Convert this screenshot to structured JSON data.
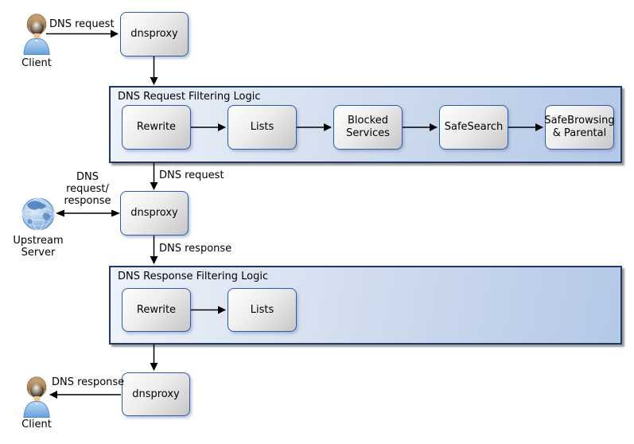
{
  "actors": {
    "client_top": {
      "label": "Client",
      "icon": "user-icon"
    },
    "upstream": {
      "label": "Upstream Server",
      "icon": "globe-icon"
    },
    "client_bottom": {
      "label": "Client",
      "icon": "user-icon"
    }
  },
  "nodes": {
    "dnsproxy1": {
      "label": "dnsproxy"
    },
    "dnsproxy2": {
      "label": "dnsproxy"
    },
    "dnsproxy3": {
      "label": "dnsproxy"
    }
  },
  "containers": [
    {
      "title": "DNS Request Filtering Logic",
      "nodes": [
        {
          "label": "Rewrite"
        },
        {
          "label": "Lists"
        },
        {
          "label": "Blocked Services"
        },
        {
          "label": "SafeSearch"
        },
        {
          "label": "SafeBrowsing & Parental"
        }
      ]
    },
    {
      "title": "DNS Response Filtering Logic",
      "nodes": [
        {
          "label": "Rewrite"
        },
        {
          "label": "Lists"
        }
      ]
    }
  ],
  "edge_labels": {
    "client_to_proxy1": "DNS request",
    "container1_to_proxy2": "DNS request",
    "upstream_lines": [
      "DNS",
      "request/",
      "response"
    ],
    "proxy2_to_container2": "DNS response",
    "proxy3_to_client": "DNS response"
  },
  "colors": {
    "node_border": "#2a5ca8",
    "node_fill_light": "#fefefe",
    "node_fill_dark": "#c7c7c7",
    "container_border": "#1d3a66",
    "container_fill_left": "#eef3fb",
    "container_fill_right": "#b4c8e7",
    "arrow": "#000000"
  }
}
